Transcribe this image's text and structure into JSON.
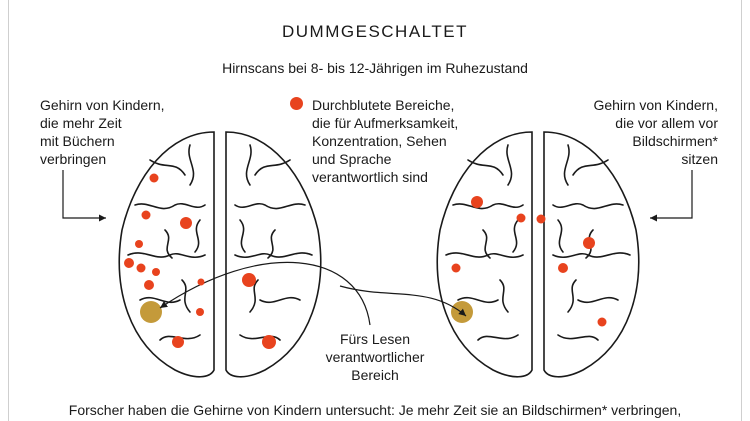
{
  "title": "DUMMGESCHALTET",
  "subtitle": "Hirnscans bei 8- bis 12-Jährigen im Ruhezustand",
  "left_caption": "Gehirn von Kindern,\ndie mehr Zeit\nmit Büchern\nverbringen",
  "right_caption": "Gehirn von Kindern,\ndie vor allem vor\nBildschirmen*\nsitzen",
  "legend": {
    "text": "Durchblutete Bereiche,\ndie für Aufmerksamkeit,\nKonzentration, Sehen\nund Sprache\nverantwortlich sind",
    "color": "#e8431e"
  },
  "reading_area": {
    "label": "Fürs Lesen\nverantwortlicher\nBereich",
    "color": "#c49a3a"
  },
  "bottom_text": "Forscher haben die Gehirne von Kindern untersucht: Je mehr Zeit sie an Bildschirmen* verbringen,"
}
